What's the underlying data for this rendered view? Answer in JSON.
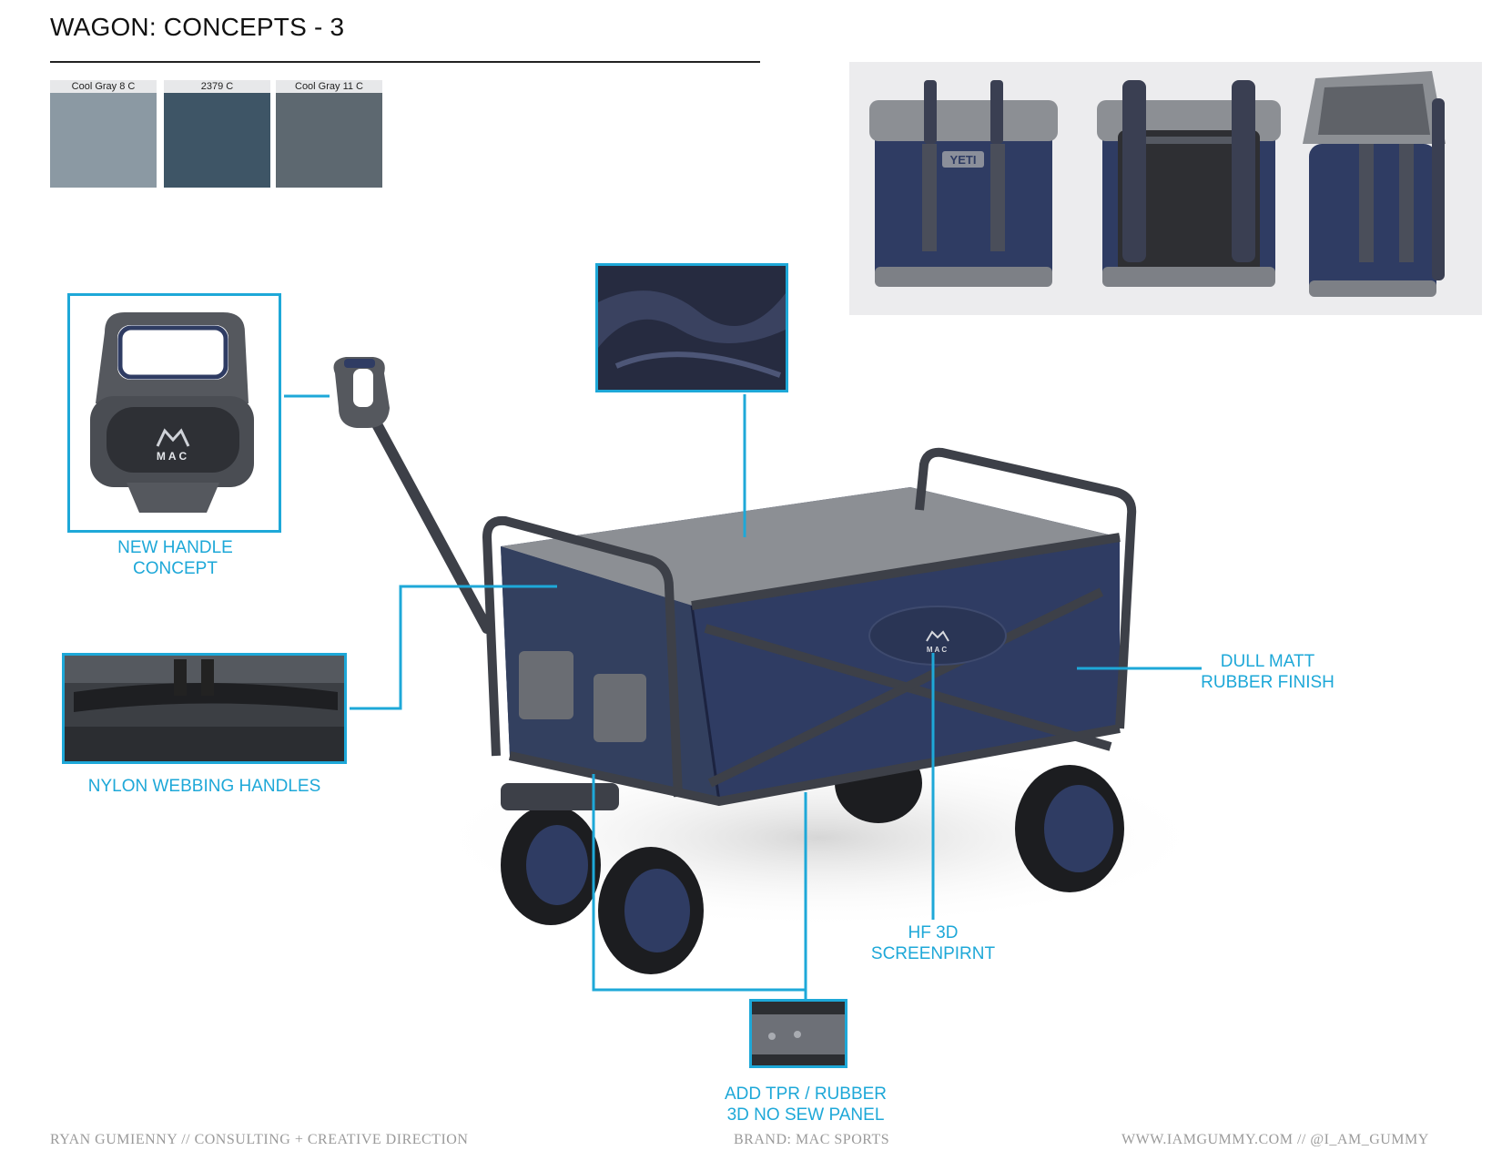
{
  "title": "WAGON: CONCEPTS - 3",
  "swatches": [
    {
      "label": "Cool Gray 8 C",
      "color": "#8b99a3"
    },
    {
      "label": "2379 C",
      "color": "#3e5566"
    },
    {
      "label": "Cool Gray 11 C",
      "color": "#5d6870"
    }
  ],
  "handle_logo_text": "MAC",
  "panel_logo_text": "MAC",
  "callouts": {
    "handle": [
      "NEW HANDLE",
      "CONCEPT"
    ],
    "webbing": "NYLON WEBBING HANDLES",
    "finish": [
      "DULL MATT",
      "RUBBER FINISH"
    ],
    "screenprint": [
      "HF 3D",
      "SCREENPIRNT"
    ],
    "tpr": [
      "ADD TPR / RUBBER",
      "3D NO SEW PANEL"
    ]
  },
  "reference_brand": "YETI",
  "footer": {
    "left": "RYAN GUMIENNY // CONSULTING + CREATIVE DIRECTION",
    "center": "BRAND: MAC SPORTS",
    "right": "WWW.IAMGUMMY.COM // @I_AM_GUMMY"
  },
  "colors": {
    "accent": "#1ea8d8",
    "navy": "#2f3b5c",
    "frame": "#3d4048",
    "gray_top": "#8c8f94"
  }
}
